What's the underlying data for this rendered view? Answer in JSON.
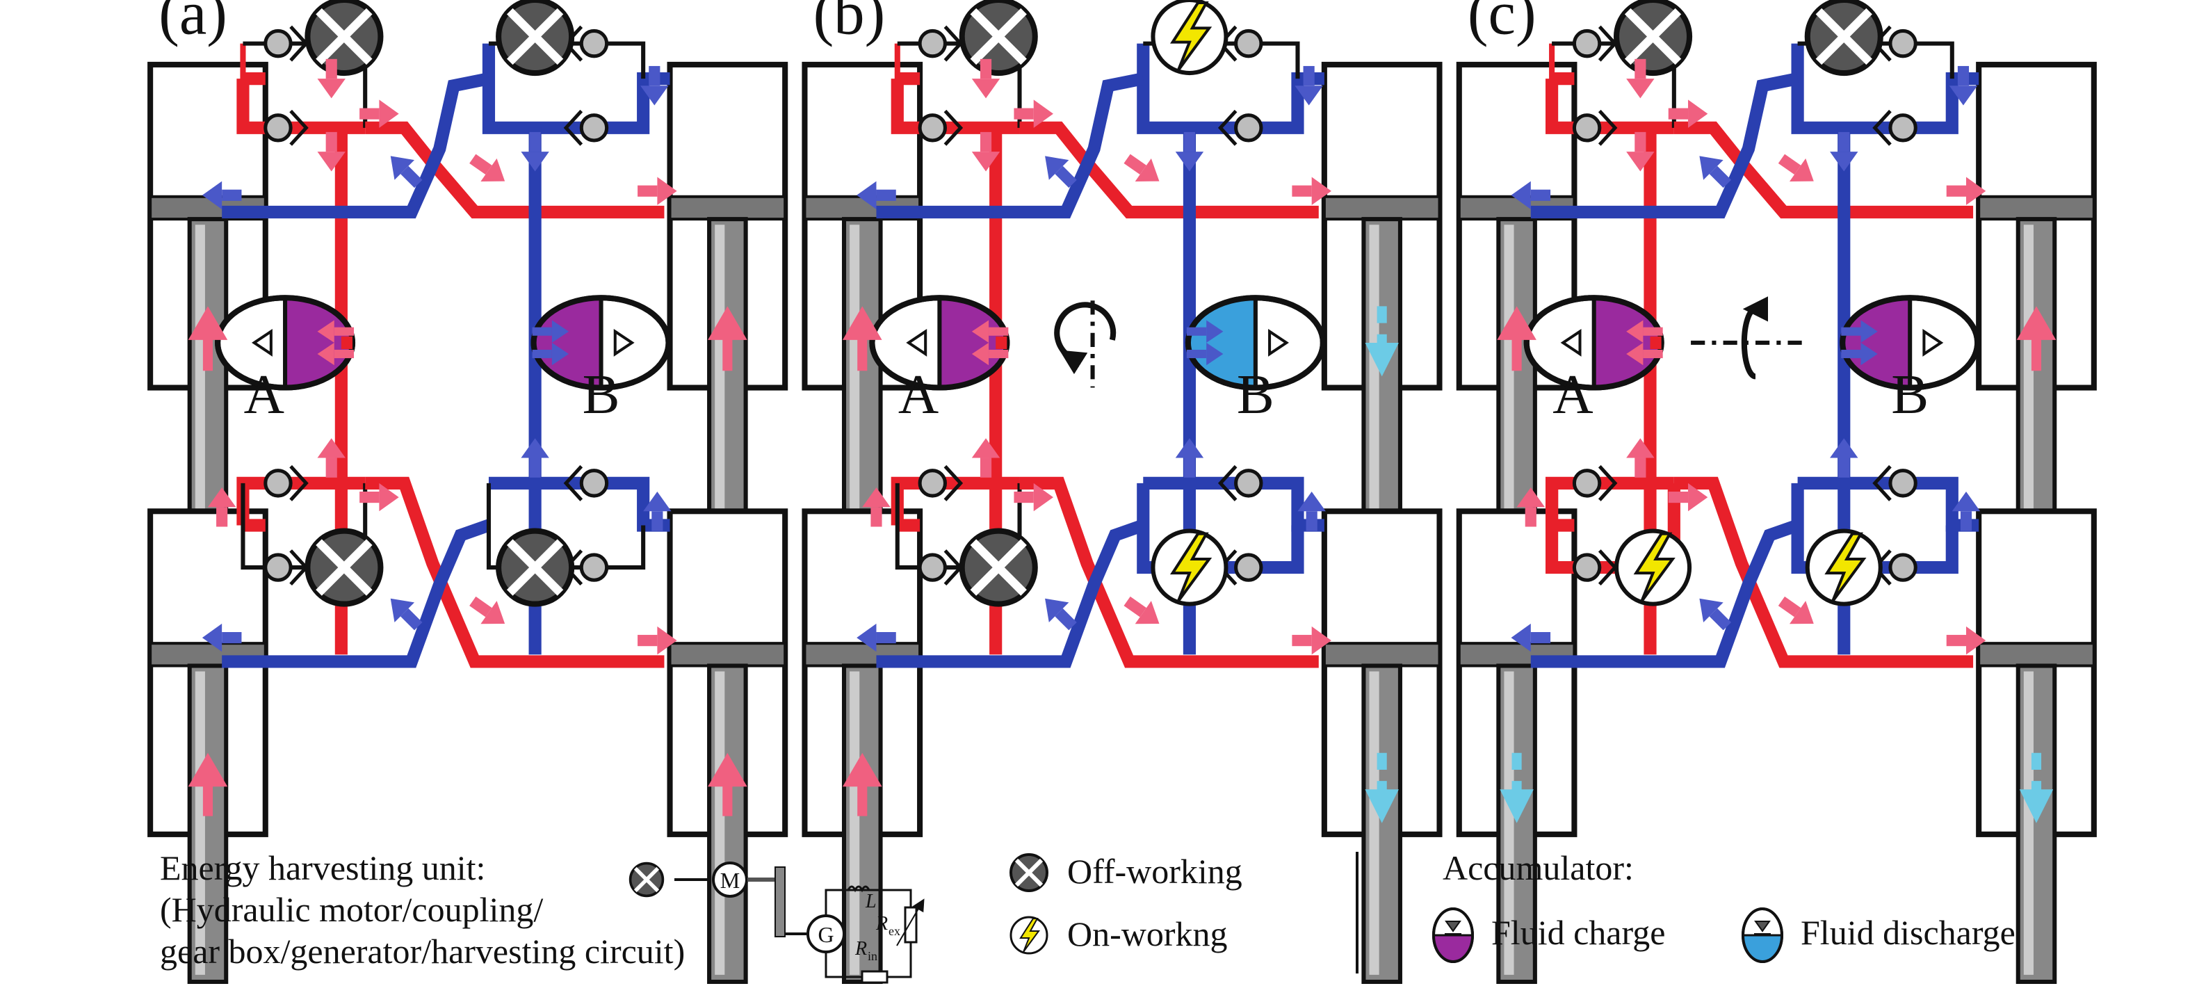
{
  "panels": [
    {
      "label": "(a)",
      "acc_a_label": "A",
      "acc_b_label": "B",
      "acc_b_state": "charge",
      "harvest": "off",
      "bottom_arrows": "up",
      "rotation": "none"
    },
    {
      "label": "(b)",
      "acc_a_label": "A",
      "acc_b_label": "B",
      "acc_b_state": "discharge",
      "harvest": "right",
      "bottom_arrows": "right-down",
      "rotation": "roll"
    },
    {
      "label": "(c)",
      "acc_a_label": "A",
      "acc_b_label": "B",
      "acc_b_state": "charge",
      "harvest": "bottom",
      "bottom_arrows": "bottom-down",
      "rotation": "pitch"
    }
  ],
  "legend": {
    "ehu_title": "Energy harvesting unit:",
    "ehu_line2": "(Hydraulic motor/coupling/",
    "ehu_line3": "gear box/generator/harvesting circuit)",
    "motor_symbol": "M",
    "generator_symbol": "G",
    "inductor_label": "L",
    "r_ex": "R",
    "r_ex_sub": "ex",
    "r_in": "R",
    "r_in_sub": "in",
    "off_label": "Off-working",
    "on_label": "On-workng",
    "accumulator_title": "Accumulator:",
    "charge_label": "Fluid charge",
    "discharge_label": "Fluid discharge"
  },
  "colors": {
    "red_line": "#e8202a",
    "blue_line": "#2a3fb0",
    "red_arrow": "#f06080",
    "blue_arrow": "#4a58c8",
    "charge_fill": "#9a2a9e",
    "discharge_fill": "#3aa0dc",
    "dashed_arrow": "#6ccbe6",
    "bolt": "#f2e600"
  }
}
